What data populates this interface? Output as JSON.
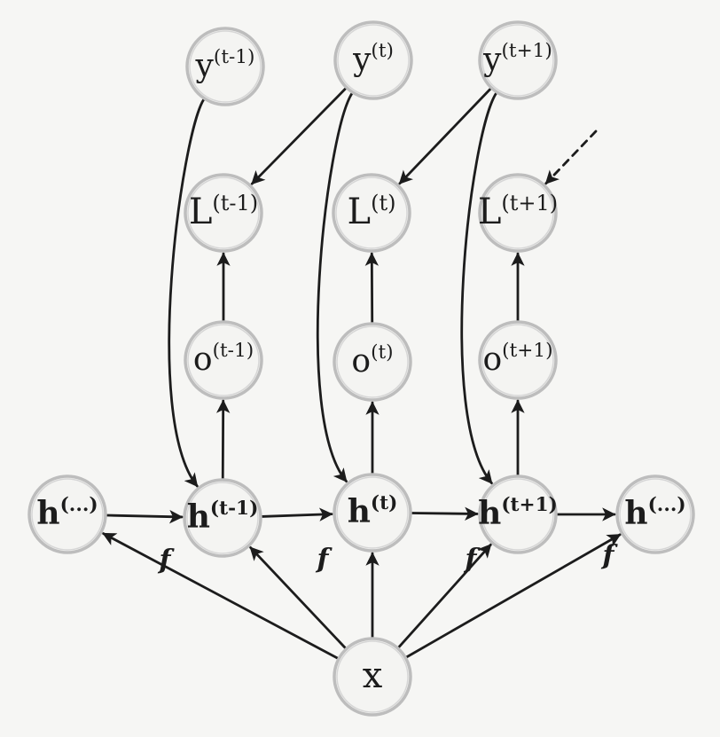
{
  "nodes": [
    {
      "id": "y_prev",
      "base": "y",
      "sup": "(t-1)"
    },
    {
      "id": "y_t",
      "base": "y",
      "sup": "(t)"
    },
    {
      "id": "y_next",
      "base": "y",
      "sup": "(t+1)"
    },
    {
      "id": "L_prev",
      "base": "L",
      "sup": "(t-1)"
    },
    {
      "id": "L_t",
      "base": "L",
      "sup": "(t)"
    },
    {
      "id": "L_next",
      "base": "L",
      "sup": "(t+1)"
    },
    {
      "id": "o_prev",
      "base": "o",
      "sup": "(t-1)"
    },
    {
      "id": "o_t",
      "base": "o",
      "sup": "(t)"
    },
    {
      "id": "o_next",
      "base": "o",
      "sup": "(t+1)"
    },
    {
      "id": "h_left",
      "base": "h",
      "sup": "(...)"
    },
    {
      "id": "h_prev",
      "base": "h",
      "sup": "(t-1)"
    },
    {
      "id": "h_t",
      "base": "h",
      "sup": "(t)"
    },
    {
      "id": "h_next",
      "base": "h",
      "sup": "(t+1)"
    },
    {
      "id": "h_right",
      "base": "h",
      "sup": "(...)"
    },
    {
      "id": "x",
      "base": "x",
      "sup": ""
    }
  ],
  "edges": [
    {
      "from": "y_prev",
      "to": "h_prev"
    },
    {
      "from": "y_t",
      "to": "h_t"
    },
    {
      "from": "y_next",
      "to": "h_next"
    },
    {
      "from": "y_t",
      "to": "L_prev"
    },
    {
      "from": "y_next",
      "to": "L_t"
    },
    {
      "from": "",
      "to": "L_next",
      "style": "dashed"
    },
    {
      "from": "o_prev",
      "to": "L_prev"
    },
    {
      "from": "o_t",
      "to": "L_t"
    },
    {
      "from": "o_next",
      "to": "L_next"
    },
    {
      "from": "h_prev",
      "to": "o_prev"
    },
    {
      "from": "h_t",
      "to": "o_t"
    },
    {
      "from": "h_next",
      "to": "o_next"
    },
    {
      "from": "h_left",
      "to": "h_prev"
    },
    {
      "from": "h_prev",
      "to": "h_t"
    },
    {
      "from": "h_t",
      "to": "h_next"
    },
    {
      "from": "h_next",
      "to": "h_right"
    },
    {
      "from": "x",
      "to": "h_left"
    },
    {
      "from": "x",
      "to": "h_prev"
    },
    {
      "from": "x",
      "to": "h_t"
    },
    {
      "from": "x",
      "to": "h_next"
    },
    {
      "from": "x",
      "to": "h_right"
    }
  ],
  "transition_labels": [
    "f",
    "f",
    "f",
    "f"
  ],
  "colors": {
    "ink": "#1c1c1c",
    "node_stroke": "#bdbdbd",
    "node_fill": "#f4f4f2",
    "background": "#f6f6f4"
  }
}
